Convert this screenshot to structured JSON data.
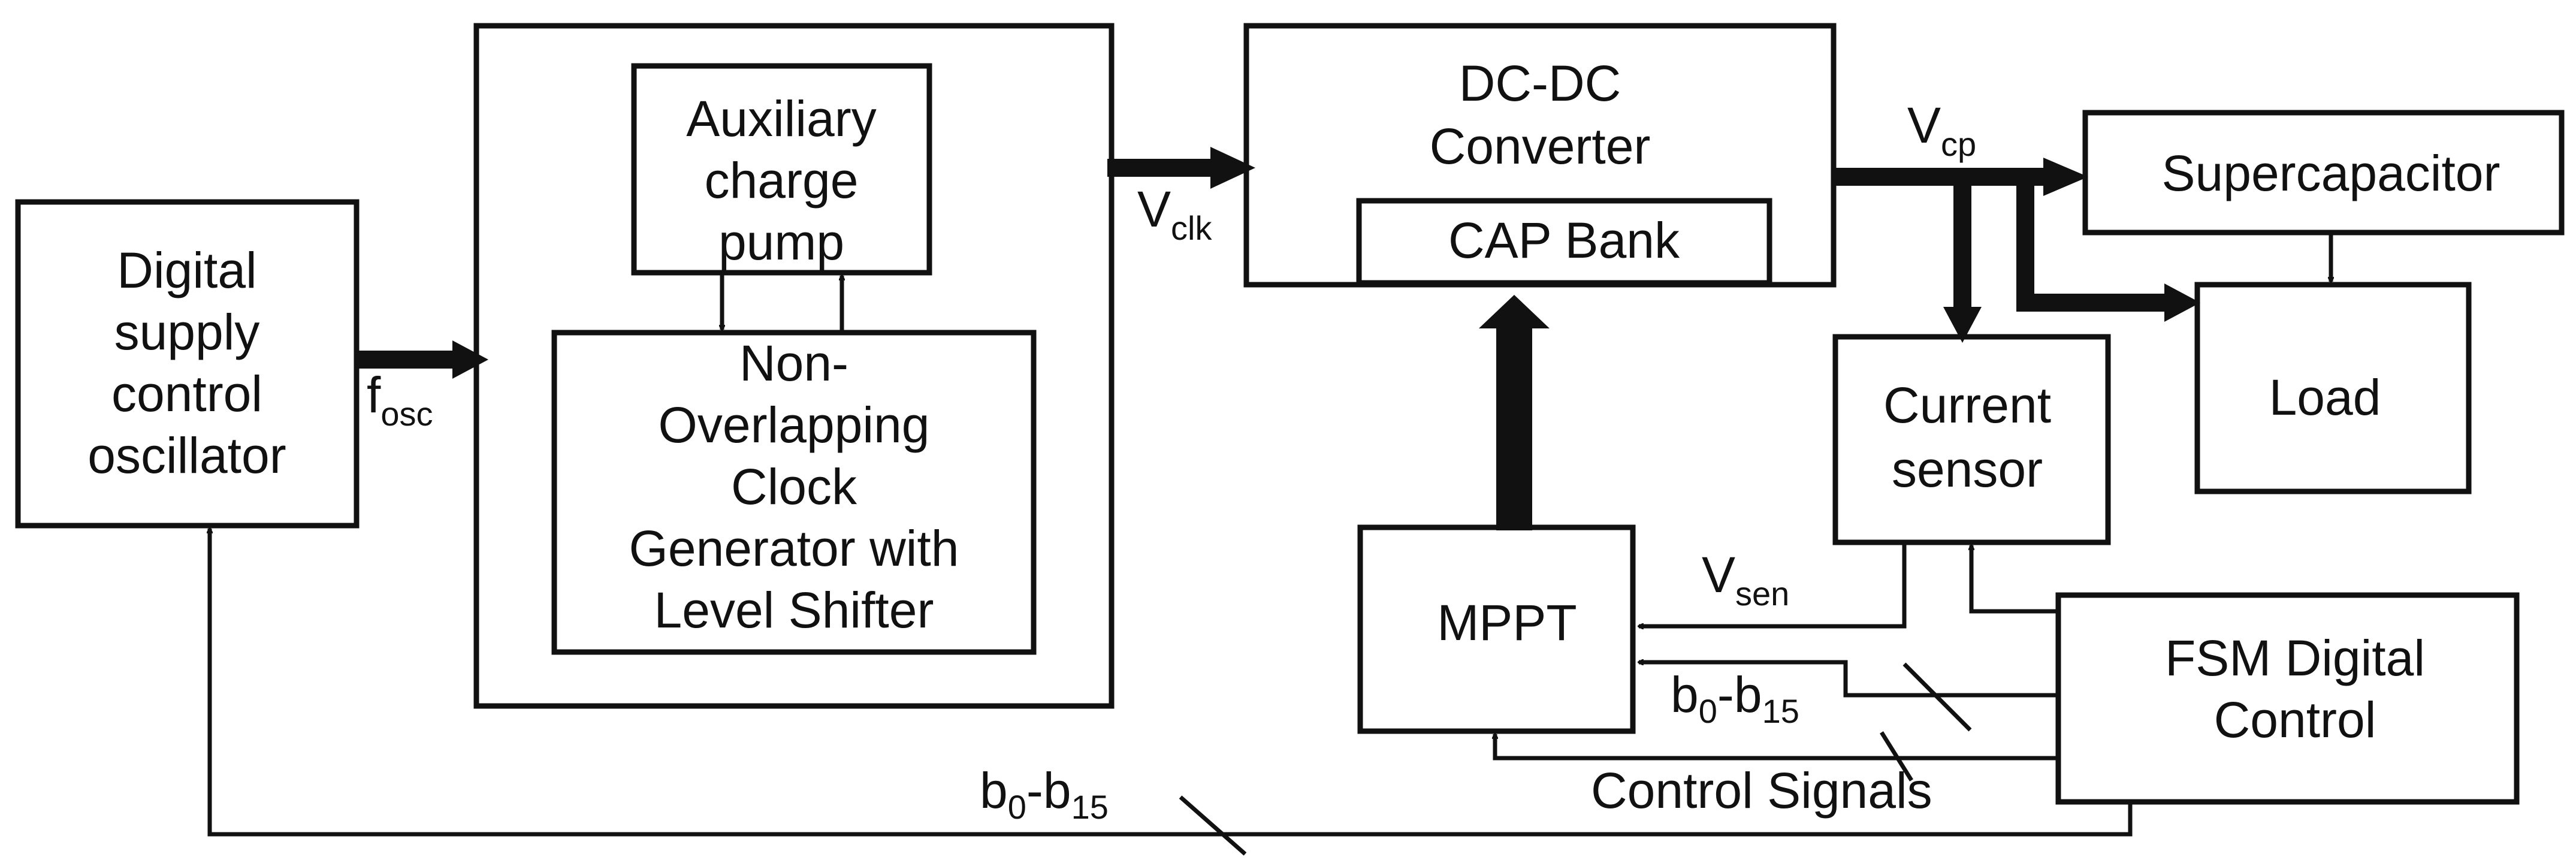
{
  "blocks": {
    "oscillator": [
      "Digital",
      "supply",
      "control",
      "oscillator"
    ],
    "aux_pump": [
      "Auxiliary",
      "charge",
      "pump"
    ],
    "clock_gen": [
      "Non-",
      "Overlapping",
      "Clock",
      "Generator with",
      "Level Shifter"
    ],
    "converter": [
      "DC-DC",
      "Converter"
    ],
    "cap_bank": "CAP Bank",
    "supercap": "Supercapacitor",
    "load": "Load",
    "current_sensor": [
      "Current",
      "sensor"
    ],
    "mppt": "MPPT",
    "fsm": [
      "FSM Digital",
      "Control"
    ]
  },
  "signals": {
    "fosc": {
      "main": "f",
      "sub": "osc"
    },
    "vclk": {
      "main": "V",
      "sub": "clk"
    },
    "vcp": {
      "main": "V",
      "sub": "cp"
    },
    "vsen": {
      "main": "V",
      "sub": "sen"
    },
    "bus_mppt": {
      "b": "b",
      "s0": "0",
      "dash": "-b",
      "s15": "15"
    },
    "bus_osc": {
      "b": "b",
      "s0": "0",
      "dash": "-b",
      "s15": "15"
    },
    "control": "Control Signals"
  }
}
